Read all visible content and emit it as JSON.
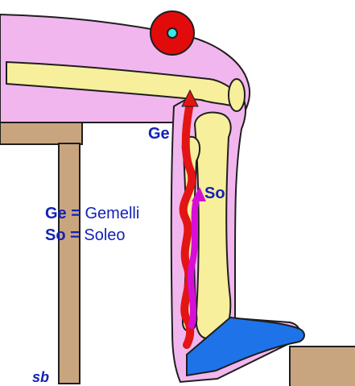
{
  "labels": {
    "ge_marker": "Ge",
    "so_marker": "So"
  },
  "legend": {
    "items": [
      {
        "abbr": "Ge",
        "sep": " = ",
        "text": "Gemelli"
      },
      {
        "abbr": "So",
        "sep": " = ",
        "text": "Soleo"
      }
    ]
  },
  "signature": "sb",
  "colors": {
    "skin": "#f2b6ef",
    "bone": "#f7ef9c",
    "wood": "#c9a57f",
    "muscle_gemelli": "#e31414",
    "muscle_soleo": "#d60fd8",
    "shoe": "#1e73e8",
    "outline": "#1e1e1e",
    "text_blue": "#1322b8",
    "knee_marker_outer": "#e10b0b",
    "knee_marker_inner": "#39e7e7"
  }
}
